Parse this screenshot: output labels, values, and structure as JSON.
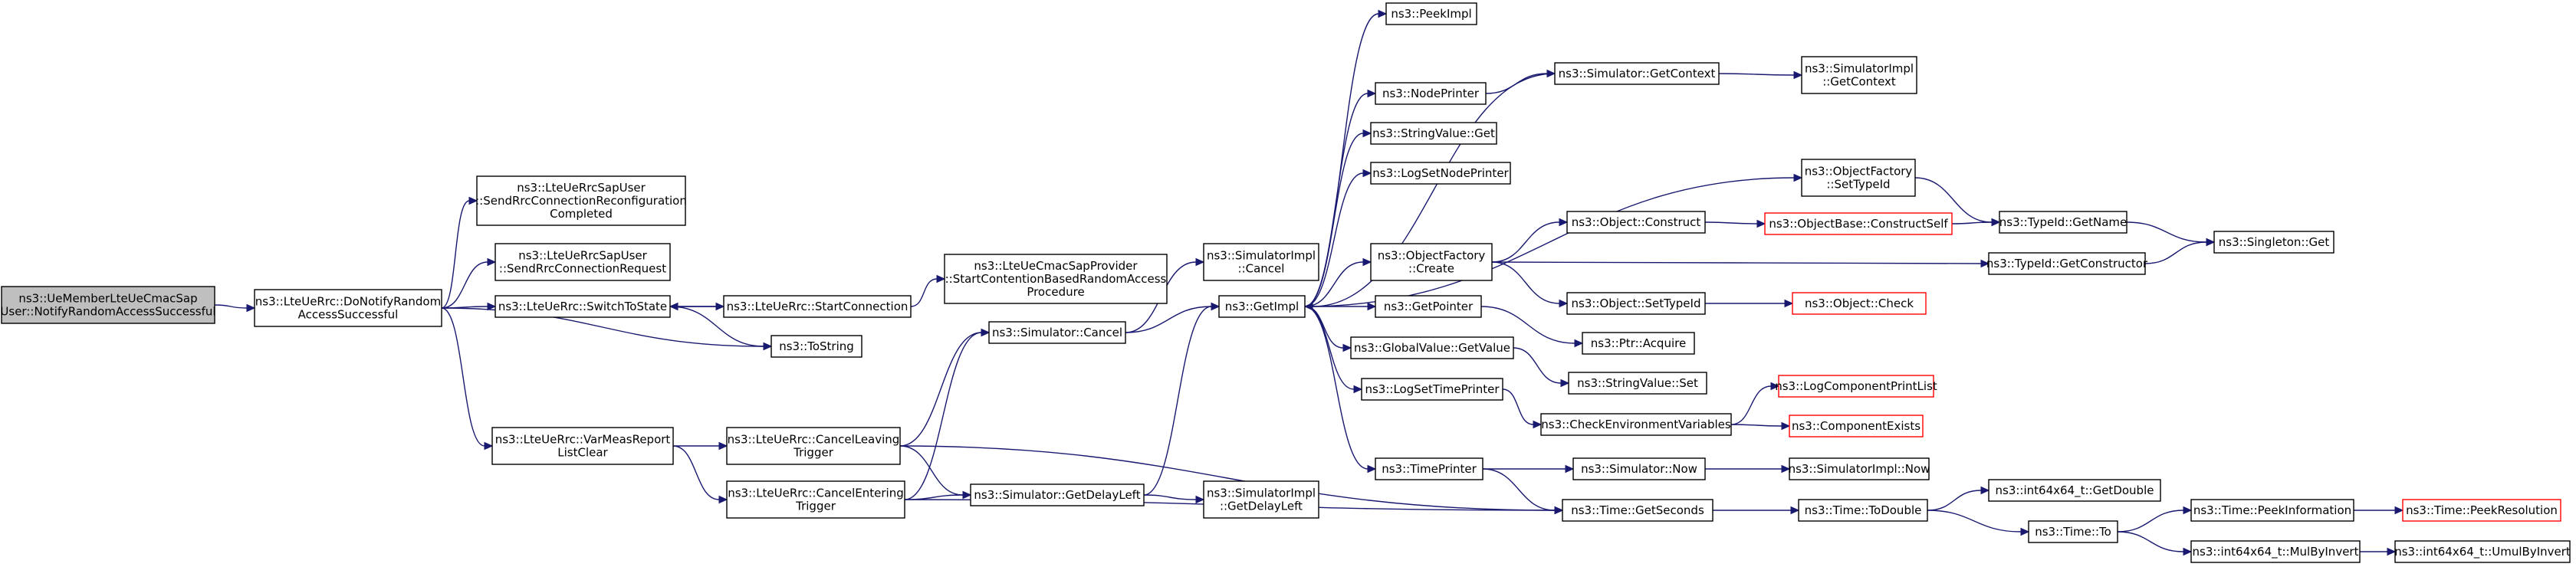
{
  "colors": {
    "edge": "#191970",
    "node_border": "#000000",
    "red_border": "#ff0000",
    "root_fill": "#bfbfbf"
  },
  "nodes": {
    "root": {
      "lines": [
        "ns3::UeMemberLteUeCmacSap",
        "User::NotifyRandomAccessSuccessful"
      ],
      "style": "root"
    },
    "donot": {
      "lines": [
        "ns3::LteUeRrc::DoNotifyRandom",
        "AccessSuccessful"
      ]
    },
    "sendrcr": {
      "lines": [
        "ns3::LteUeRrcSapUser",
        "::SendRrcConnectionReconfiguration",
        "Completed"
      ]
    },
    "sendreq": {
      "lines": [
        "ns3::LteUeRrcSapUser",
        "::SendRrcConnectionRequest"
      ]
    },
    "switch": {
      "lines": [
        "ns3::LteUeRrc::SwitchToState"
      ]
    },
    "startconn": {
      "lines": [
        "ns3::LteUeRrc::StartConnection"
      ]
    },
    "tostring": {
      "lines": [
        "ns3::ToString"
      ]
    },
    "varmeas": {
      "lines": [
        "ns3::LteUeRrc::VarMeasReport",
        "ListClear"
      ]
    },
    "cancelleave": {
      "lines": [
        "ns3::LteUeRrc::CancelLeaving",
        "Trigger"
      ]
    },
    "cancelenter": {
      "lines": [
        "ns3::LteUeRrc::CancelEntering",
        "Trigger"
      ]
    },
    "startcbra": {
      "lines": [
        "ns3::LteUeCmacSapProvider",
        "::StartContentionBasedRandomAccess",
        "Procedure"
      ]
    },
    "simcancel": {
      "lines": [
        "ns3::Simulator::Cancel"
      ]
    },
    "simdelay": {
      "lines": [
        "ns3::Simulator::GetDelayLeft"
      ]
    },
    "simimplcancel": {
      "lines": [
        "ns3::SimulatorImpl",
        "::Cancel"
      ]
    },
    "simimpldelay": {
      "lines": [
        "ns3::SimulatorImpl",
        "::GetDelayLeft"
      ]
    },
    "getimpl": {
      "lines": [
        "ns3::GetImpl"
      ]
    },
    "peekimpl": {
      "lines": [
        "ns3::PeekImpl"
      ]
    },
    "nodeprinter": {
      "lines": [
        "ns3::NodePrinter"
      ]
    },
    "stringget": {
      "lines": [
        "ns3::StringValue::Get"
      ]
    },
    "logsetnode": {
      "lines": [
        "ns3::LogSetNodePrinter"
      ]
    },
    "objfactcreate": {
      "lines": [
        "ns3::ObjectFactory",
        "::Create"
      ]
    },
    "getpointer": {
      "lines": [
        "ns3::GetPointer"
      ]
    },
    "globalget": {
      "lines": [
        "ns3::GlobalValue::GetValue"
      ]
    },
    "logsettime": {
      "lines": [
        "ns3::LogSetTimePrinter"
      ]
    },
    "timeprinter": {
      "lines": [
        "ns3::TimePrinter"
      ]
    },
    "simgetctx": {
      "lines": [
        "ns3::Simulator::GetContext"
      ]
    },
    "simimplctx": {
      "lines": [
        "ns3::SimulatorImpl",
        "::GetContext"
      ]
    },
    "objfactsettype": {
      "lines": [
        "ns3::ObjectFactory",
        "::SetTypeId"
      ]
    },
    "objconstruct": {
      "lines": [
        "ns3::Object::Construct"
      ]
    },
    "objsettype": {
      "lines": [
        "ns3::Object::SetTypeId"
      ]
    },
    "ptracquire": {
      "lines": [
        "ns3::Ptr::Acquire"
      ]
    },
    "stringset": {
      "lines": [
        "ns3::StringValue::Set"
      ]
    },
    "checkenv": {
      "lines": [
        "ns3::CheckEnvironmentVariables"
      ]
    },
    "simnow": {
      "lines": [
        "ns3::Simulator::Now"
      ]
    },
    "timegetsec": {
      "lines": [
        "ns3::Time::GetSeconds"
      ]
    },
    "constructself": {
      "lines": [
        "ns3::ObjectBase::ConstructSelf"
      ],
      "style": "red"
    },
    "objcheck": {
      "lines": [
        "ns3::Object::Check"
      ],
      "style": "red"
    },
    "logcompprint": {
      "lines": [
        "ns3::LogComponentPrintList"
      ],
      "style": "red"
    },
    "compexists": {
      "lines": [
        "ns3::ComponentExists"
      ],
      "style": "red"
    },
    "simimplnow": {
      "lines": [
        "ns3::SimulatorImpl::Now"
      ]
    },
    "timetodouble": {
      "lines": [
        "ns3::Time::ToDouble"
      ]
    },
    "typegetname": {
      "lines": [
        "ns3::TypeId::GetName"
      ]
    },
    "typegetctor": {
      "lines": [
        "ns3::TypeId::GetConstructor"
      ]
    },
    "singleton": {
      "lines": [
        "ns3::Singleton::Get"
      ]
    },
    "int64getdouble": {
      "lines": [
        "ns3::int64x64_t::GetDouble"
      ]
    },
    "timeto": {
      "lines": [
        "ns3::Time::To"
      ]
    },
    "timepeekinfo": {
      "lines": [
        "ns3::Time::PeekInformation"
      ]
    },
    "timepeekres": {
      "lines": [
        "ns3::Time::PeekResolution"
      ],
      "style": "red"
    },
    "mulbyinvert": {
      "lines": [
        "ns3::int64x64_t::MulByInvert"
      ]
    },
    "umulbyinvert": {
      "lines": [
        "ns3::int64x64_t::UmulByInvert"
      ]
    }
  },
  "edges": [
    [
      "root",
      "donot"
    ],
    [
      "donot",
      "sendrcr"
    ],
    [
      "donot",
      "sendreq"
    ],
    [
      "donot",
      "switch"
    ],
    [
      "donot",
      "tostring"
    ],
    [
      "donot",
      "varmeas"
    ],
    [
      "switch",
      "startconn"
    ],
    [
      "switch",
      "tostring"
    ],
    [
      "startconn",
      "switch"
    ],
    [
      "startconn",
      "startcbra"
    ],
    [
      "varmeas",
      "cancelleave"
    ],
    [
      "varmeas",
      "cancelenter"
    ],
    [
      "cancelleave",
      "simcancel"
    ],
    [
      "cancelleave",
      "simdelay"
    ],
    [
      "cancelleave",
      "timegetsec"
    ],
    [
      "cancelenter",
      "simcancel"
    ],
    [
      "cancelenter",
      "simdelay"
    ],
    [
      "cancelenter",
      "timegetsec"
    ],
    [
      "simcancel",
      "simimplcancel"
    ],
    [
      "simcancel",
      "getimpl"
    ],
    [
      "simdelay",
      "getimpl"
    ],
    [
      "simdelay",
      "simimpldelay"
    ],
    [
      "getimpl",
      "peekimpl"
    ],
    [
      "getimpl",
      "nodeprinter"
    ],
    [
      "getimpl",
      "stringget"
    ],
    [
      "getimpl",
      "logsetnode"
    ],
    [
      "getimpl",
      "objfactsettype"
    ],
    [
      "getimpl",
      "objfactcreate"
    ],
    [
      "getimpl",
      "getpointer"
    ],
    [
      "getimpl",
      "globalget"
    ],
    [
      "getimpl",
      "logsettime"
    ],
    [
      "getimpl",
      "timeprinter"
    ],
    [
      "nodeprinter",
      "simgetctx"
    ],
    [
      "simgetctx",
      "simimplctx"
    ],
    [
      "simgetctx",
      "getimpl"
    ],
    [
      "objfactcreate",
      "objconstruct"
    ],
    [
      "objfactcreate",
      "typegetctor"
    ],
    [
      "objfactcreate",
      "objsettype"
    ],
    [
      "objconstruct",
      "constructself"
    ],
    [
      "constructself",
      "typegetname"
    ],
    [
      "objfactsettype",
      "typegetname"
    ],
    [
      "objsettype",
      "objcheck"
    ],
    [
      "typegetname",
      "singleton"
    ],
    [
      "typegetctor",
      "singleton"
    ],
    [
      "getpointer",
      "ptracquire"
    ],
    [
      "globalget",
      "stringset"
    ],
    [
      "logsettime",
      "checkenv"
    ],
    [
      "checkenv",
      "logcompprint"
    ],
    [
      "checkenv",
      "compexists"
    ],
    [
      "timeprinter",
      "simnow"
    ],
    [
      "timeprinter",
      "timegetsec"
    ],
    [
      "simnow",
      "simimplnow"
    ],
    [
      "timegetsec",
      "timetodouble"
    ],
    [
      "timetodouble",
      "int64getdouble"
    ],
    [
      "timetodouble",
      "timeto"
    ],
    [
      "timeto",
      "timepeekinfo"
    ],
    [
      "timeto",
      "mulbyinvert"
    ],
    [
      "timepeekinfo",
      "timepeekres"
    ],
    [
      "mulbyinvert",
      "umulbyinvert"
    ]
  ]
}
